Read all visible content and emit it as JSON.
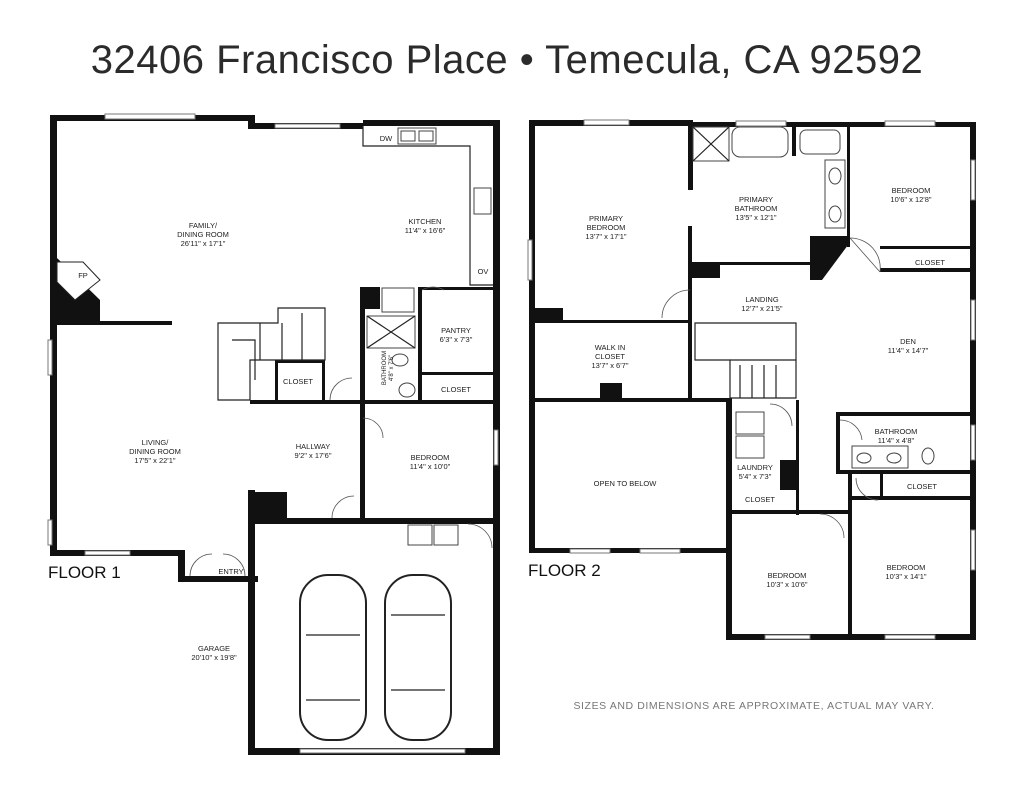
{
  "title": "32406 Francisco Place • Temecula, CA 92592",
  "disclaimer": "SIZES AND DIMENSIONS ARE APPROXIMATE, ACTUAL MAY VARY.",
  "floor1": {
    "label": "FLOOR 1",
    "rooms": {
      "family": {
        "name1": "FAMILY/",
        "name2": "DINING ROOM",
        "dims": "26'11\" x 17'1\""
      },
      "kitchen": {
        "name": "KITCHEN",
        "dims": "11'4\" x 16'6\""
      },
      "dw": "DW",
      "ov": "OV",
      "fp": "FP",
      "pantry": {
        "name": "PANTRY",
        "dims": "6'3\" x 7'3\""
      },
      "bath": {
        "name": "BATHROOM",
        "dims": "4'8\" x 7'6\""
      },
      "closet_a": "CLOSET",
      "closet_b": "CLOSET",
      "living": {
        "name1": "LIVING/",
        "name2": "DINING ROOM",
        "dims": "17'5\" x 22'1\""
      },
      "hallway": {
        "name": "HALLWAY",
        "dims": "9'2\" x 17'6\""
      },
      "bedroom": {
        "name": "BEDROOM",
        "dims": "11'4\" x 10'0\""
      },
      "entry": "ENTRY",
      "garage": {
        "name": "GARAGE",
        "dims": "20'10\" x 19'8\""
      }
    }
  },
  "floor2": {
    "label": "FLOOR 2",
    "rooms": {
      "primary_bed": {
        "name1": "PRIMARY",
        "name2": "BEDROOM",
        "dims": "13'7\" x 17'1\""
      },
      "primary_bath": {
        "name1": "PRIMARY",
        "name2": "BATHROOM",
        "dims": "13'5\" x 12'1\""
      },
      "bedroom_ne": {
        "name": "BEDROOM",
        "dims": "10'6\" x 12'8\""
      },
      "closet_ne": "CLOSET",
      "landing": {
        "name": "LANDING",
        "dims": "12'7\" x 21'5\""
      },
      "den": {
        "name": "DEN",
        "dims": "11'4\" x 14'7\""
      },
      "walkin": {
        "name1": "WALK IN",
        "name2": "CLOSET",
        "dims": "13'7\" x 6'7\""
      },
      "open_below": "OPEN TO BELOW",
      "laundry": {
        "name": "LAUNDRY",
        "dims": "5'4\" x 7'3\""
      },
      "bathroom": {
        "name": "BATHROOM",
        "dims": "11'4\" x 4'8\""
      },
      "closet_mid": "CLOSET",
      "closet_se": "CLOSET",
      "bedroom_s": {
        "name": "BEDROOM",
        "dims": "10'3\" x 10'6\""
      },
      "bedroom_se": {
        "name": "BEDROOM",
        "dims": "10'3\" x 14'1\""
      }
    }
  }
}
